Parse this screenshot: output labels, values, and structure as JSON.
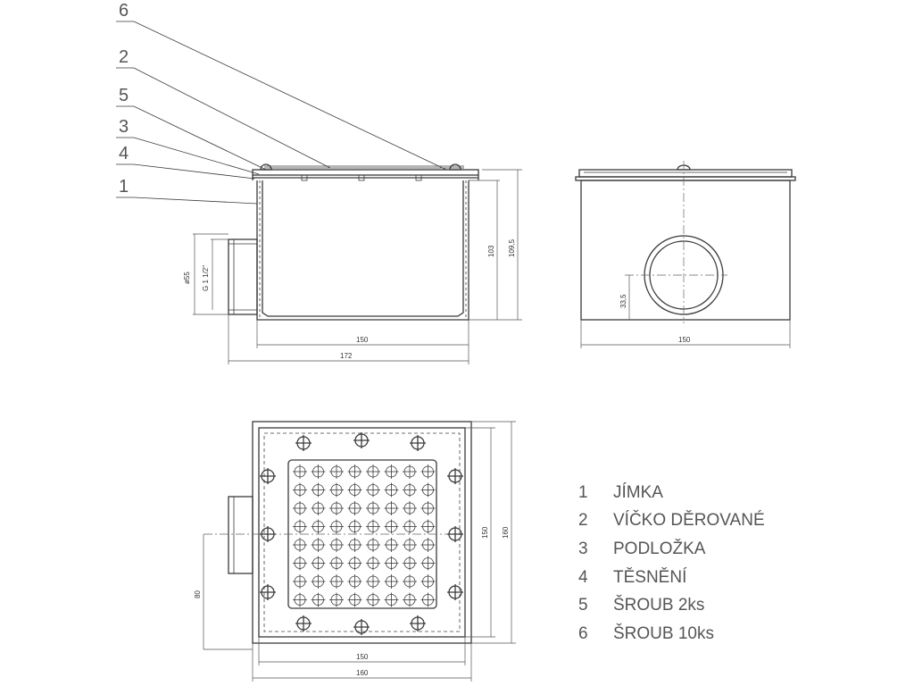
{
  "callouts": [
    "6",
    "2",
    "5",
    "3",
    "4",
    "1"
  ],
  "side_view": {
    "dims": {
      "d_outer": "ø55",
      "thread": "G 1 1/2\"",
      "height_inner": "103",
      "height_total": "109,5",
      "width_inner": "150",
      "width_total": "172"
    }
  },
  "front_view": {
    "dims": {
      "outlet_height": "33,5",
      "width": "150"
    }
  },
  "top_view": {
    "dims": {
      "outlet_offset": "80",
      "inner_height": "150",
      "outer_height": "160",
      "inner_width": "150",
      "outer_width": "160"
    }
  },
  "legend": [
    {
      "num": "1",
      "text": "JÍMKA"
    },
    {
      "num": "2",
      "text": "VÍČKO DĚROVANÉ"
    },
    {
      "num": "3",
      "text": "PODLOŽKA"
    },
    {
      "num": "4",
      "text": "TĚSNĚNÍ"
    },
    {
      "num": "5",
      "text": "ŠROUB  2ks"
    },
    {
      "num": "6",
      "text": "ŠROUB  10ks"
    }
  ]
}
